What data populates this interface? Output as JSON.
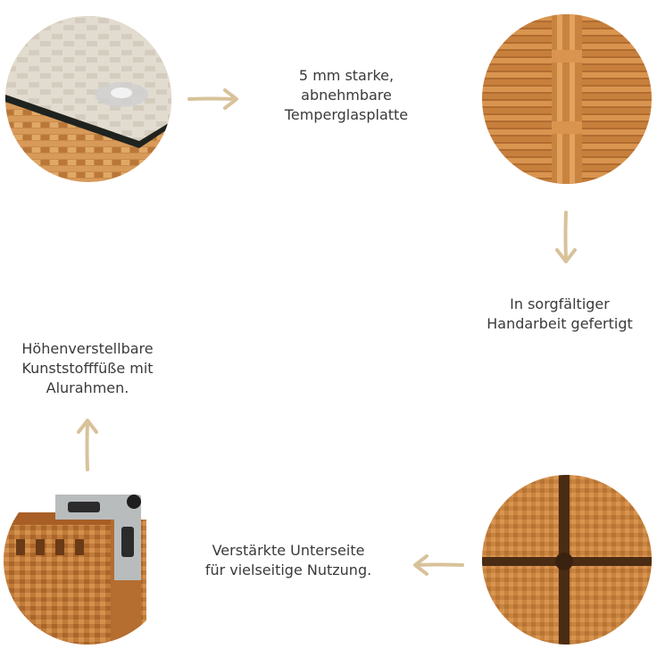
{
  "features": [
    {
      "id": "glass",
      "caption": "5 mm starke,\nabnehmbare\nTemperglasplatte",
      "photo_icon": "glass-top-icon"
    },
    {
      "id": "handmade",
      "caption": "In sorgfältiger\nHandarbeit gefertigt",
      "photo_icon": "rattan-weave-icon"
    },
    {
      "id": "underside",
      "caption": "Verstärkte Unterseite\nfür vielseitige Nutzung.",
      "photo_icon": "reinforced-underside-icon"
    },
    {
      "id": "feet",
      "caption": "Höhenverstellbare\nKunststofffüße mit\nAlurahmen.",
      "photo_icon": "adjustable-feet-icon"
    }
  ],
  "colors": {
    "arrow": "#d8c29a",
    "rattan": "#c8894a",
    "rattan_dark": "#8a5424",
    "glass": "#e6e1d6",
    "text": "#3a3a3a"
  }
}
